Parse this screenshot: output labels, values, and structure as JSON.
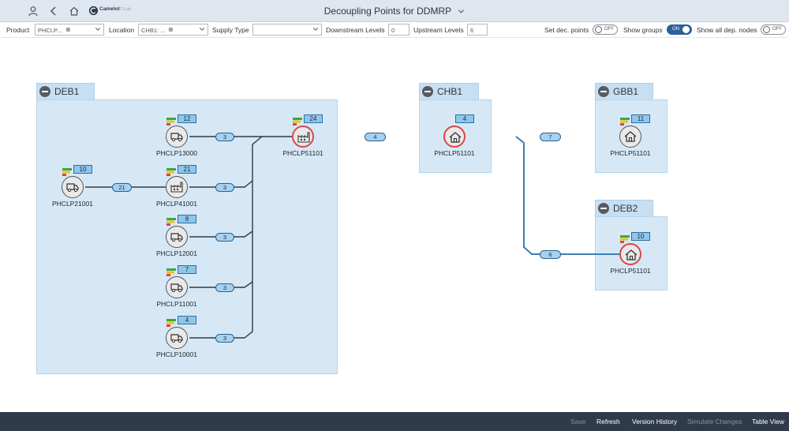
{
  "shell": {
    "title": "Decoupling Points for DDMRP",
    "logo_text": "Camelot",
    "logo_sub": "ITLab"
  },
  "filters": {
    "product_label": "Product",
    "product_value": "PHCLP...",
    "location_label": "Location",
    "location_value": "CHB1: ...",
    "supply_type_label": "Supply Type",
    "supply_type_value": "",
    "downstream_label": "Downstream Levels",
    "downstream_value": "0",
    "upstream_label": "Upstream Levels",
    "upstream_value": "6",
    "set_dec_label": "Set dec. points",
    "set_dec_state": "OFF",
    "show_groups_label": "Show groups",
    "show_groups_state": "ON",
    "show_all_label": "Show all dep. nodes",
    "show_all_state": "OFF"
  },
  "groups": [
    {
      "name": "DEB1"
    },
    {
      "name": "CHB1"
    },
    {
      "name": "GBB1"
    },
    {
      "name": "DEB2"
    }
  ],
  "nodes": [
    {
      "label": "PHCLP13000",
      "badge": "12",
      "icon": "truck-icon"
    },
    {
      "label": "PHCLP51101",
      "badge": "24",
      "icon": "factory-icon"
    },
    {
      "label": "PHCLP21001",
      "badge": "10",
      "icon": "truck-icon"
    },
    {
      "label": "PHCLP41001",
      "badge": "21",
      "icon": "factory-icon"
    },
    {
      "label": "PHCLP12001",
      "badge": "8",
      "icon": "truck-icon"
    },
    {
      "label": "PHCLP11001",
      "badge": "7",
      "icon": "truck-icon"
    },
    {
      "label": "PHCLP10001",
      "badge": "4",
      "icon": "truck-icon"
    },
    {
      "label": "PHCLP51101",
      "badge": "4",
      "icon": "house-icon"
    },
    {
      "label": "PHCLP51101",
      "badge": "11",
      "icon": "house-icon"
    },
    {
      "label": "PHCLP51101",
      "badge": "10",
      "icon": "house-icon"
    }
  ],
  "edges": [
    "3",
    "21",
    "3",
    "3",
    "3",
    "3",
    "4",
    "7",
    "6"
  ],
  "footer": {
    "save": "Save",
    "refresh": "Refresh",
    "version_history": "Version History",
    "simulate_changes": "Simulate Changes",
    "table_view": "Table View"
  },
  "colors": {
    "group_fill": "#d6e8f6",
    "badge_fill": "#8fc6ec",
    "decoupling_ring": "#d9464a",
    "footer_bg": "#2f3b4a",
    "toggle_on": "#2d5f99"
  }
}
